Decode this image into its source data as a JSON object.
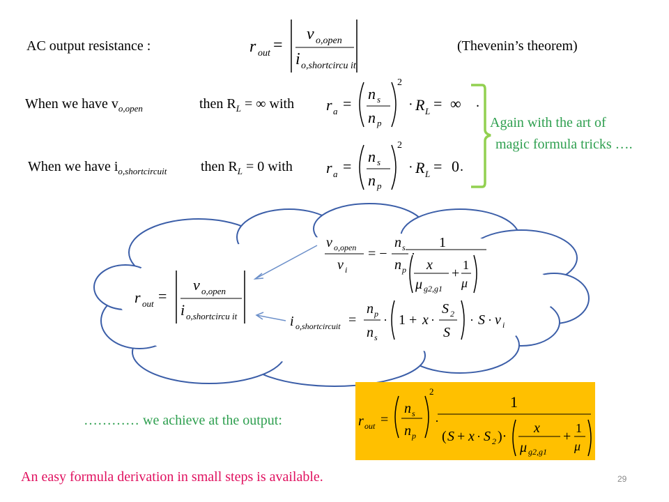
{
  "slide": {
    "line1": {
      "label": "AC  output  resistance :",
      "theorem": "(Thevenin’s theorem)"
    },
    "line2": {
      "prefix": "When we have v",
      "sub": "o,open",
      "suffix": "then R",
      "sub2": "L",
      "tail": " = ∞ with",
      "dot": "."
    },
    "line3": {
      "prefix": "When we have i",
      "sub": "o,shortcircuit",
      "suffix": "then R",
      "sub2": "L",
      "tail": " = 0  with",
      "dot": "."
    },
    "bracket_note": {
      "line1": "Again with the art of",
      "line2": "magic formula tricks …."
    },
    "result_lead": "…………   we achieve at the output:",
    "footer_note": "An easy formula derivation in small steps is available.",
    "page_number": "29"
  },
  "formulas": {
    "rout": {
      "lhs": "r",
      "lhs_sub": "out",
      "num": "v",
      "num_sub": "o,open",
      "den": "i",
      "den_sub": "o,shortcircu it"
    },
    "ra_open": {
      "lhs": "r",
      "lhs_sub": "a",
      "ns": "n",
      "ns_sub": "s",
      "np": "n",
      "np_sub": "p",
      "exp": "2",
      "rl": "R",
      "rl_sub": "L",
      "val": "∞"
    },
    "ra_short": {
      "lhs": "r",
      "lhs_sub": "a",
      "ns": "n",
      "ns_sub": "s",
      "np": "n",
      "np_sub": "p",
      "exp": "2",
      "rl": "R",
      "rl_sub": "L",
      "val": "0"
    },
    "voltage_gain": {
      "num": "v",
      "num_sub": "o,open",
      "den": "v",
      "den_sub": "i",
      "one": "1",
      "x": "x",
      "mu12": "μ",
      "mu12_sub": "g2,g1",
      "mu": "μ"
    },
    "short_current": {
      "lhs": "i",
      "lhs_sub": "o,shortcircuit",
      "S2": "S",
      "S2_sub": "2",
      "S": "S",
      "vi": "v",
      "vi_sub": "i"
    },
    "result": {
      "one": "1",
      "S": "S",
      "x": "x",
      "S2_sub": "2",
      "mu12_sub": "g2,g1"
    }
  },
  "colors": {
    "green": "#2e9f4f",
    "bracket": "#92d050",
    "red": "#e0115f",
    "cloud_stroke": "#3b5ea8",
    "result_bg": "#ffc000",
    "arrow": "#6b8fc9"
  }
}
